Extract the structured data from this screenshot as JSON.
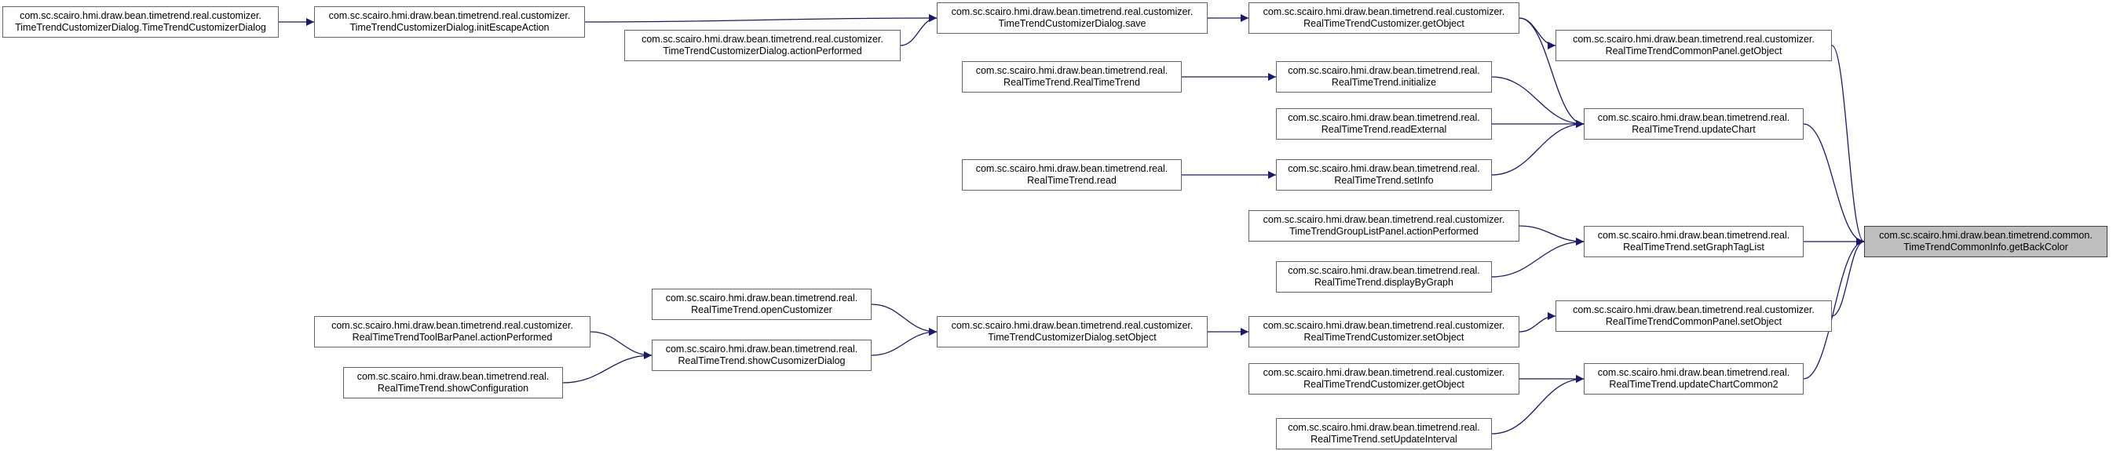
{
  "colors": {
    "edge": "#191970",
    "node_border": "#666666",
    "root_fill": "#bfbfbf",
    "root_border": "#404040"
  },
  "nodes": {
    "root": [
      "com.sc.scairo.hmi.draw.bean.timetrend.common.",
      "TimeTrendCommonInfo.getBackColor"
    ],
    "rtcp_getObject": [
      "com.sc.scairo.hmi.draw.bean.timetrend.real.customizer.",
      "RealTimeTrendCommonPanel.getObject"
    ],
    "rtt_updateChart": [
      "com.sc.scairo.hmi.draw.bean.timetrend.real.",
      "RealTimeTrend.updateChart"
    ],
    "rtt_setGraphTagList": [
      "com.sc.scairo.hmi.draw.bean.timetrend.real.",
      "RealTimeTrend.setGraphTagList"
    ],
    "rtcp_setObject": [
      "com.sc.scairo.hmi.draw.bean.timetrend.real.customizer.",
      "RealTimeTrendCommonPanel.setObject"
    ],
    "rtt_updateChartCommon2": [
      "com.sc.scairo.hmi.draw.bean.timetrend.real.",
      "RealTimeTrend.updateChartCommon2"
    ],
    "rtc_getObject_a": [
      "com.sc.scairo.hmi.draw.bean.timetrend.real.customizer.",
      "RealTimeTrendCustomizer.getObject"
    ],
    "rtt_initialize": [
      "com.sc.scairo.hmi.draw.bean.timetrend.real.",
      "RealTimeTrend.initialize"
    ],
    "rtt_readExternal": [
      "com.sc.scairo.hmi.draw.bean.timetrend.real.",
      "RealTimeTrend.readExternal"
    ],
    "rtt_setInfo": [
      "com.sc.scairo.hmi.draw.bean.timetrend.real.",
      "RealTimeTrend.setInfo"
    ],
    "ttglp_actionPerformed": [
      "com.sc.scairo.hmi.draw.bean.timetrend.real.customizer.",
      "TimeTrendGroupListPanel.actionPerformed"
    ],
    "rtt_displayByGraph": [
      "com.sc.scairo.hmi.draw.bean.timetrend.real.",
      "RealTimeTrend.displayByGraph"
    ],
    "rtc_setObject": [
      "com.sc.scairo.hmi.draw.bean.timetrend.real.customizer.",
      "RealTimeTrendCustomizer.setObject"
    ],
    "rtc_getObject_b": [
      "com.sc.scairo.hmi.draw.bean.timetrend.real.customizer.",
      "RealTimeTrendCustomizer.getObject"
    ],
    "rtt_setUpdateInterval": [
      "com.sc.scairo.hmi.draw.bean.timetrend.real.",
      "RealTimeTrend.setUpdateInterval"
    ],
    "ttcd_save": [
      "com.sc.scairo.hmi.draw.bean.timetrend.real.customizer.",
      "TimeTrendCustomizerDialog.save"
    ],
    "rtt_RealTimeTrend": [
      "com.sc.scairo.hmi.draw.bean.timetrend.real.",
      "RealTimeTrend.RealTimeTrend"
    ],
    "rtt_read": [
      "com.sc.scairo.hmi.draw.bean.timetrend.real.",
      "RealTimeTrend.read"
    ],
    "ttcd_setObject": [
      "com.sc.scairo.hmi.draw.bean.timetrend.real.customizer.",
      "TimeTrendCustomizerDialog.setObject"
    ],
    "ttcd_initEscapeAction": [
      "com.sc.scairo.hmi.draw.bean.timetrend.real.customizer.",
      "TimeTrendCustomizerDialog.initEscapeAction"
    ],
    "ttcd_actionPerformed": [
      "com.sc.scairo.hmi.draw.bean.timetrend.real.customizer.",
      "TimeTrendCustomizerDialog.actionPerformed"
    ],
    "rtt_openCustomizer": [
      "com.sc.scairo.hmi.draw.bean.timetrend.real.",
      "RealTimeTrend.openCustomizer"
    ],
    "rtt_showCusomizerDialog": [
      "com.sc.scairo.hmi.draw.bean.timetrend.real.",
      "RealTimeTrend.showCusomizerDialog"
    ],
    "ttcd_ctor": [
      "com.sc.scairo.hmi.draw.bean.timetrend.real.customizer.",
      "TimeTrendCustomizerDialog.TimeTrendCustomizerDialog"
    ],
    "rtttbp_actionPerformed": [
      "com.sc.scairo.hmi.draw.bean.timetrend.real.customizer.",
      "RealTimeTrendToolBarPanel.actionPerformed"
    ],
    "rtt_showConfiguration": [
      "com.sc.scairo.hmi.draw.bean.timetrend.real.",
      "RealTimeTrend.showConfiguration"
    ]
  },
  "edges": [
    [
      "rtcp_getObject",
      "root"
    ],
    [
      "rtt_updateChart",
      "root"
    ],
    [
      "rtt_setGraphTagList",
      "root"
    ],
    [
      "rtcp_setObject",
      "root"
    ],
    [
      "rtt_updateChartCommon2",
      "root"
    ],
    [
      "rtc_getObject_a",
      "rtcp_getObject"
    ],
    [
      "rtc_getObject_a",
      "rtt_updateChart"
    ],
    [
      "rtt_initialize",
      "rtt_updateChart"
    ],
    [
      "rtt_readExternal",
      "rtt_updateChart"
    ],
    [
      "rtt_setInfo",
      "rtt_updateChart"
    ],
    [
      "ttglp_actionPerformed",
      "rtt_setGraphTagList"
    ],
    [
      "rtt_displayByGraph",
      "rtt_setGraphTagList"
    ],
    [
      "rtc_setObject",
      "rtcp_setObject"
    ],
    [
      "rtc_getObject_b",
      "rtt_updateChartCommon2"
    ],
    [
      "rtt_setUpdateInterval",
      "rtt_updateChartCommon2"
    ],
    [
      "ttcd_save",
      "rtc_getObject_a"
    ],
    [
      "rtt_RealTimeTrend",
      "rtt_initialize"
    ],
    [
      "rtt_read",
      "rtt_setInfo"
    ],
    [
      "ttcd_setObject",
      "rtc_setObject"
    ],
    [
      "ttcd_initEscapeAction",
      "ttcd_save"
    ],
    [
      "ttcd_actionPerformed",
      "ttcd_save"
    ],
    [
      "rtt_openCustomizer",
      "ttcd_setObject"
    ],
    [
      "rtt_showCusomizerDialog",
      "ttcd_setObject"
    ],
    [
      "ttcd_ctor",
      "ttcd_initEscapeAction"
    ],
    [
      "rtttbp_actionPerformed",
      "rtt_showCusomizerDialog"
    ],
    [
      "rtt_showConfiguration",
      "rtt_showCusomizerDialog"
    ]
  ]
}
